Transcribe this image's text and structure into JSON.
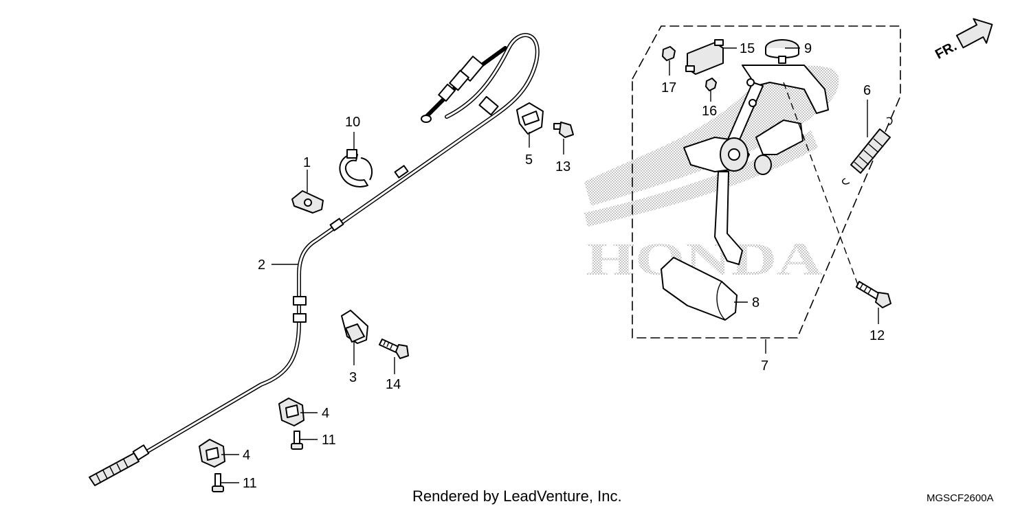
{
  "labels": {
    "p1": "1",
    "p2": "2",
    "p3": "3",
    "p4a": "4",
    "p4b": "4",
    "p5": "5",
    "p6": "6",
    "p7": "7",
    "p8": "8",
    "p9": "9",
    "p10": "10",
    "p11a": "11",
    "p11b": "11",
    "p12": "12",
    "p13": "13",
    "p14": "14",
    "p15": "15",
    "p16": "16",
    "p17": "17"
  },
  "direction_marker": "FR.",
  "watermark_text": "HONDA",
  "footer": {
    "credit": "Rendered by LeadVenture, Inc.",
    "diagram_code": "MGSCF2600A"
  }
}
